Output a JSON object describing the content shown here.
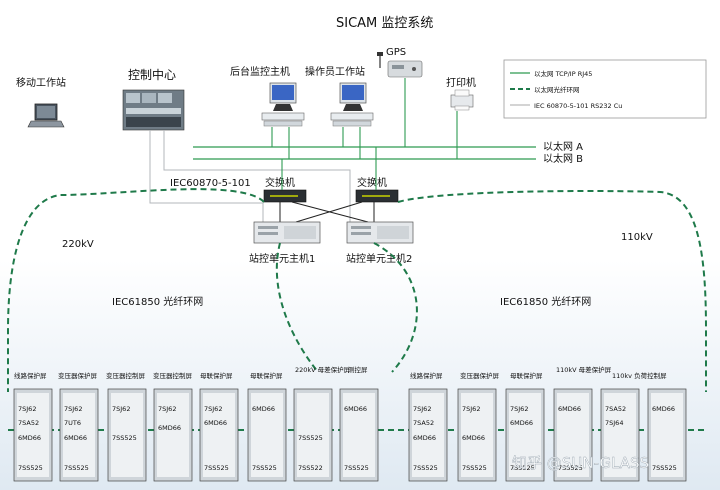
{
  "title": "SICAM 监控系统",
  "stations": {
    "mobile": "移动工作站",
    "control_center": "控制中心",
    "backend_host": "后台监控主机",
    "operator": "操作员工作站",
    "gps": "GPS",
    "printer": "打印机"
  },
  "legend": {
    "tcpip": "以太网 TCP/IP  RJ45",
    "fiber": "以太网光纤环网",
    "rs232": "IEC 60870-5-101  RS232  Cu"
  },
  "networks": {
    "eth_a": "以太网  A",
    "eth_b": "以太网  B"
  },
  "protocol_101": "IEC60870-5-101",
  "switches": [
    "交换机",
    "交换机"
  ],
  "station_hosts": [
    "站控单元主机1",
    "站控单元主机2"
  ],
  "voltage": {
    "left": "220kV",
    "right": "110kV"
  },
  "rings": {
    "left": "IEC61850  光纤环网",
    "right": "IEC61850  光纤环网"
  },
  "cabinets": [
    {
      "label": "线路保护屏",
      "tags": [
        "7SJ62",
        "7SA52",
        "6MD66",
        "7SS525"
      ]
    },
    {
      "label": "变压器保护屏",
      "tags": [
        "7SJ62",
        "7UT6",
        "6MD66",
        "7SS525"
      ]
    },
    {
      "label": "变压器控制屏",
      "tags": [
        "7SJ62",
        "7SS525"
      ]
    },
    {
      "label": "变压器控制屏",
      "tags": [
        "7SJ62",
        "6MD66"
      ]
    },
    {
      "label": "母联保护屏",
      "tags": [
        "7SJ62",
        "6MD66",
        "7SS525"
      ]
    },
    {
      "label": "母联保护屏",
      "tags": [
        "6MD66",
        "7SS525"
      ]
    },
    {
      "label": "220kV 母差保护屏",
      "tags": [
        "7SS525",
        "7SS522"
      ]
    },
    {
      "label": "测控屏",
      "tags": [
        "6MD66",
        "7SS525"
      ]
    },
    {
      "label": "线路保护屏",
      "tags": [
        "7SJ62",
        "7SA52",
        "6MD66",
        "7SS525"
      ]
    },
    {
      "label": "变压器保护屏",
      "tags": [
        "7SJ62",
        "6MD66",
        "7SS525"
      ]
    },
    {
      "label": "母联保护屏",
      "tags": [
        "7SJ62",
        "6MD66",
        "7SS525"
      ]
    },
    {
      "label": "110kV 母差保护屏",
      "tags": [
        "6MD66",
        "7SS525"
      ]
    },
    {
      "label": "110kv 负荷控制屏",
      "tags": [
        "7SA52",
        "7SJ64"
      ]
    },
    {
      "label": "",
      "tags": [
        "6MD66",
        "7SS525"
      ]
    }
  ],
  "watermark": "知乎 @SUN-GLASS",
  "colors": {
    "ethernet": "#2f9a52",
    "fiber": "#1f7a4a",
    "serial": "#9aa0a6",
    "accent": "#2f9a52"
  },
  "icons": [
    "laptop-icon",
    "control-room-icon",
    "monitor-icon",
    "gps-icon",
    "printer-icon",
    "switch-icon",
    "server-icon",
    "cabinet-icon"
  ]
}
